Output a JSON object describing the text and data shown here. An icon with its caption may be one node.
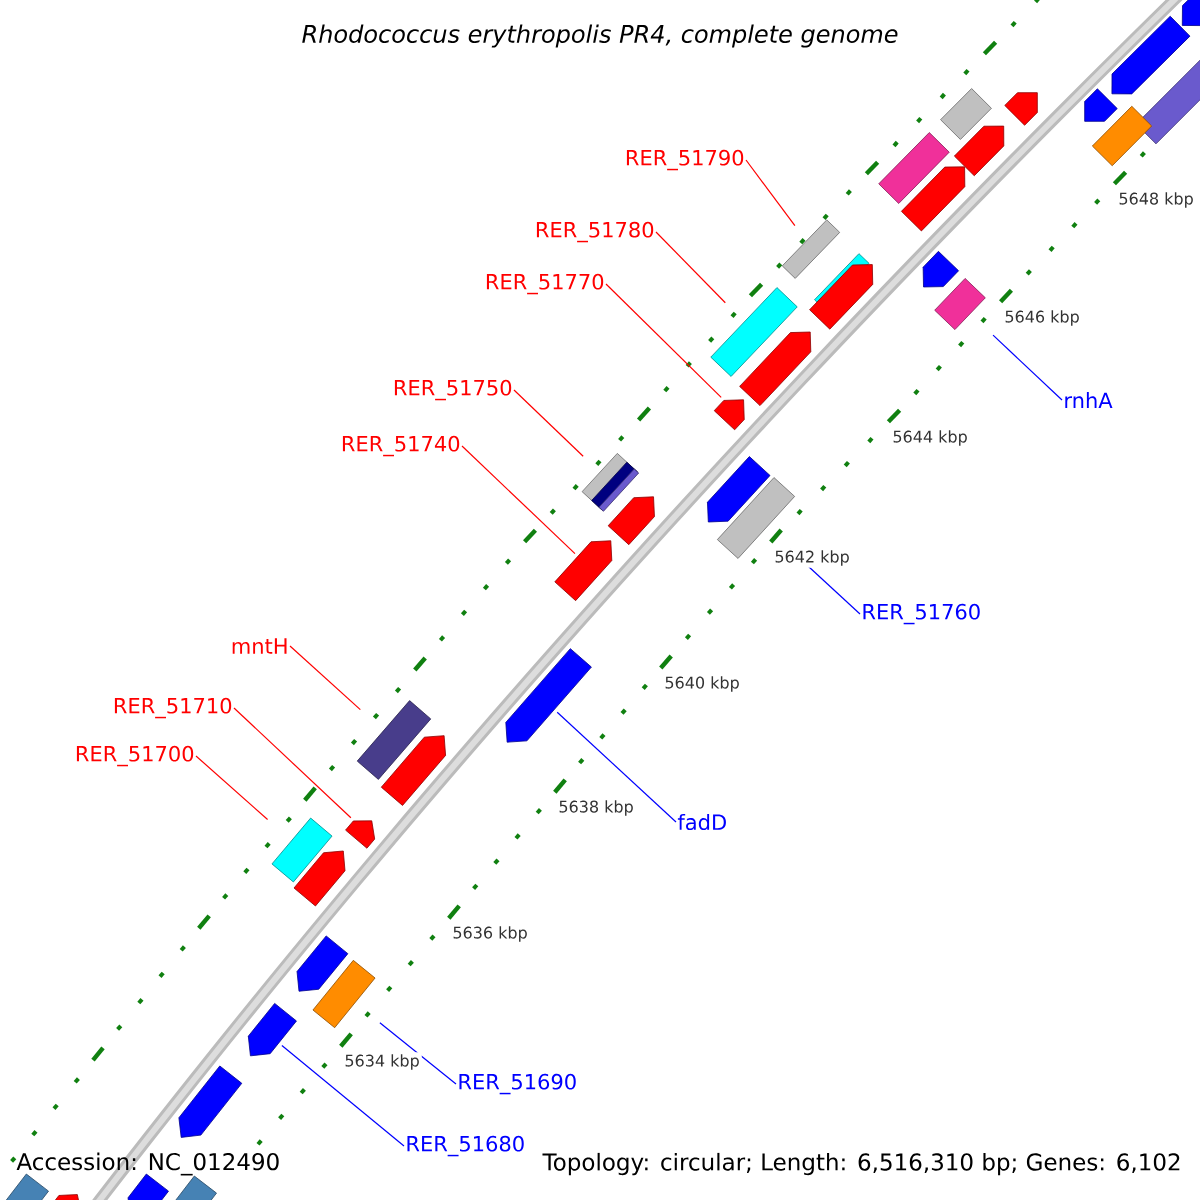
{
  "diagram": {
    "title": "Rhodococcus erythropolis PR4, complete genome",
    "nodes": [
      {
        "text": [
          "RER_51790"
        ]
      },
      {
        "text": [
          "RER_51780"
        ]
      },
      {
        "text": [
          "RER_51770"
        ]
      },
      {
        "text": [
          "RER_51750"
        ]
      },
      {
        "text": [
          "RER_51740"
        ]
      },
      {
        "text": [
          "mntH"
        ]
      },
      {
        "text": [
          "RER_51710"
        ]
      },
      {
        "text": [
          "RER_51700"
        ]
      },
      {
        "text": [
          "rnhA"
        ]
      },
      {
        "text": [
          "RER_51760"
        ]
      },
      {
        "text": [
          "fadD"
        ]
      },
      {
        "text": [
          "RER_51690"
        ]
      },
      {
        "text": [
          "RER_51680"
        ]
      },
      {
        "text": [],
        "shape": "arrow"
      },
      {
        "text": [],
        "shape": "arrow"
      },
      {
        "text": [],
        "shape": "box"
      },
      {
        "text": [],
        "shape": "arrow"
      },
      {
        "text": [],
        "shape": "arrow"
      },
      {
        "text": [],
        "shape": "box"
      },
      {
        "text": [],
        "shape": "box"
      },
      {
        "text": [],
        "shape": "arrow"
      },
      {
        "text": [],
        "shape": "box"
      },
      {
        "text": [],
        "shape": "arrow"
      },
      {
        "text": [],
        "shape": "box"
      },
      {
        "text": [],
        "shape": "arrow"
      },
      {
        "text": [],
        "shape": "box"
      },
      {
        "text": [],
        "shape": "arrow"
      },
      {
        "text": [],
        "shape": "box"
      },
      {
        "text": [],
        "shape": "box"
      },
      {
        "text": [],
        "shape": "arrow"
      },
      {
        "text": [],
        "shape": "arrow"
      },
      {
        "text": [],
        "shape": "box"
      },
      {
        "text": [],
        "shape": "arrow"
      },
      {
        "text": [],
        "shape": "arrow"
      },
      {
        "text": [],
        "shape": "box"
      },
      {
        "text": [],
        "shape": "arrow"
      },
      {
        "text": [],
        "shape": "arrow"
      },
      {
        "text": [],
        "shape": "box"
      },
      {
        "text": [],
        "shape": "arrow"
      },
      {
        "text": [],
        "shape": "arrow"
      },
      {
        "text": [],
        "shape": "box"
      },
      {
        "text": [],
        "shape": "arrow"
      },
      {
        "text": [],
        "shape": "arrow"
      },
      {
        "text": [],
        "shape": "box"
      },
      {
        "text": [],
        "shape": "arrow"
      },
      {
        "text": [],
        "shape": "arrow"
      },
      {
        "text": [],
        "shape": "arrow"
      },
      {
        "text": [],
        "shape": "box"
      },
      {
        "text": [],
        "shape": "box"
      },
      {
        "text": [],
        "shape": "arrow"
      }
    ],
    "edges": [
      {
        "from": 0,
        "to": 23,
        "arrow": "none"
      },
      {
        "from": 1,
        "to": 28,
        "arrow": "none"
      },
      {
        "from": 2,
        "to": 30,
        "arrow": "none"
      },
      {
        "from": 3,
        "to": 31,
        "arrow": "none"
      },
      {
        "from": 4,
        "to": 35,
        "arrow": "none"
      },
      {
        "from": 5,
        "to": 37,
        "arrow": "none"
      },
      {
        "from": 6,
        "to": 39,
        "arrow": "none"
      },
      {
        "from": 7,
        "to": 40,
        "arrow": "none"
      },
      {
        "from": 8,
        "to": 27,
        "arrow": "none",
        "color": "#0000ff"
      },
      {
        "from": 9,
        "to": 34,
        "arrow": "none",
        "color": "#0000ff"
      },
      {
        "from": 10,
        "to": 36,
        "arrow": "none",
        "color": "#0000ff"
      },
      {
        "from": 11,
        "to": 43,
        "arrow": "none",
        "color": "#0000ff"
      },
      {
        "from": 12,
        "to": 44,
        "arrow": "none",
        "color": "#0000ff"
      }
    ],
    "labels": [
      "5648 kbp",
      "5646 kbp",
      "5644 kbp",
      "5642 kbp",
      "5640 kbp",
      "5638 kbp",
      "5636 kbp",
      "5634 kbp",
      "Accession: NC_012490",
      "Topology: circular; Length: 6,516,310 bp; Genes: 6,102"
    ]
  }
}
